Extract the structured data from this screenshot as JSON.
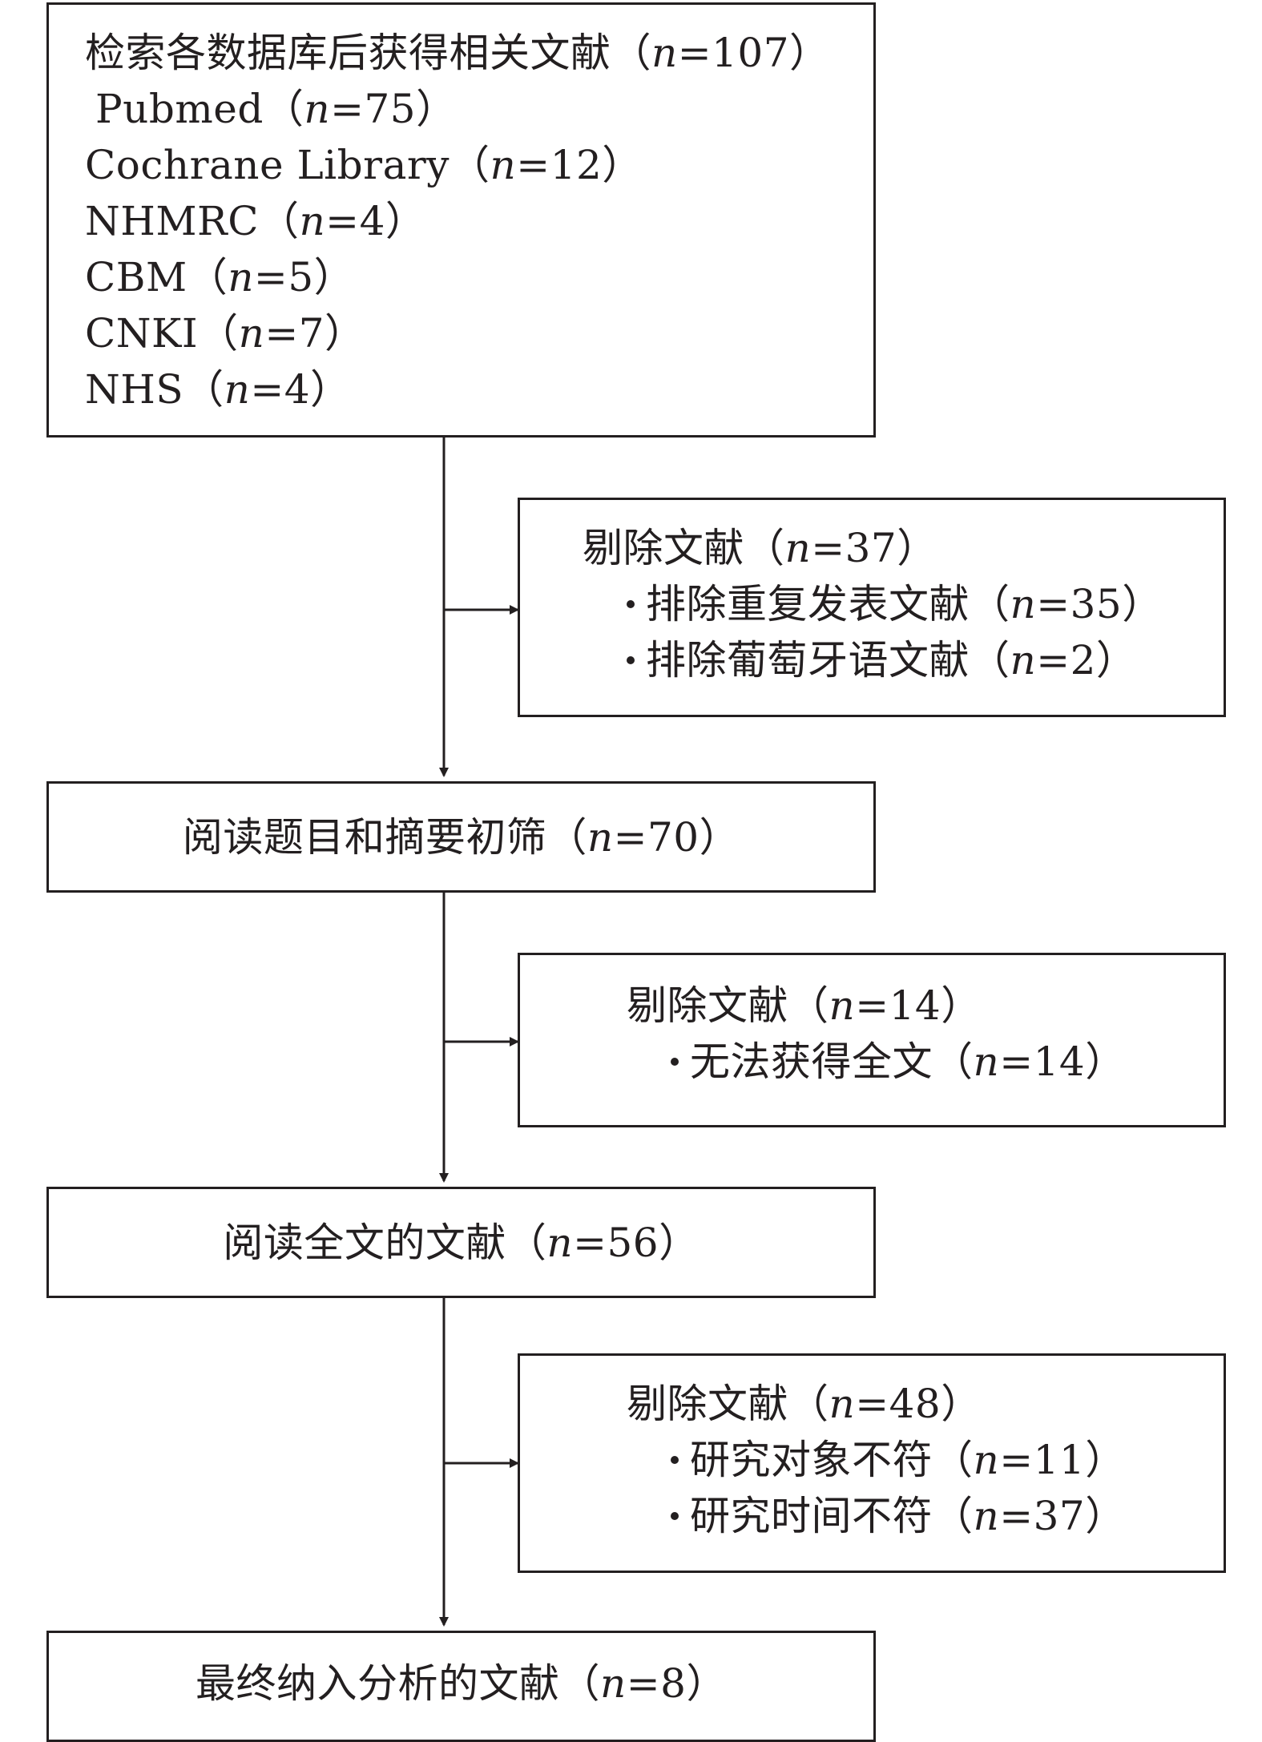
{
  "identification": {
    "title": "检索各数据库后获得相关文献",
    "count": "107",
    "sources": [
      {
        "name": "Pubmed",
        "count": "75"
      },
      {
        "name": "Cochrane Library",
        "count": "12"
      },
      {
        "name": "NHMRC",
        "count": "4"
      },
      {
        "name": "CBM",
        "count": "5"
      },
      {
        "name": "CNKI",
        "count": "7"
      },
      {
        "name": "NHS",
        "count": "4"
      }
    ]
  },
  "exclusion_1": {
    "title": "剔除文献",
    "count": "37",
    "reasons": [
      {
        "label": "排除重复发表文献",
        "count": "35"
      },
      {
        "label": "排除葡萄牙语文献",
        "count": "2"
      }
    ]
  },
  "screening": {
    "title": "阅读题目和摘要初筛",
    "count": "70"
  },
  "exclusion_2": {
    "title": "剔除文献",
    "count": "14",
    "reasons": [
      {
        "label": "无法获得全文",
        "count": "14"
      }
    ]
  },
  "fulltext": {
    "title": "阅读全文的文献",
    "count": "56"
  },
  "exclusion_3": {
    "title": "剔除文献",
    "count": "48",
    "reasons": [
      {
        "label": "研究对象不符",
        "count": "11"
      },
      {
        "label": "研究时间不符",
        "count": "37"
      }
    ]
  },
  "included": {
    "title": "最终纳入分析的文献",
    "count": "8"
  },
  "labels": {
    "n": "n",
    "eq": "=",
    "open": "（",
    "close": "）"
  }
}
